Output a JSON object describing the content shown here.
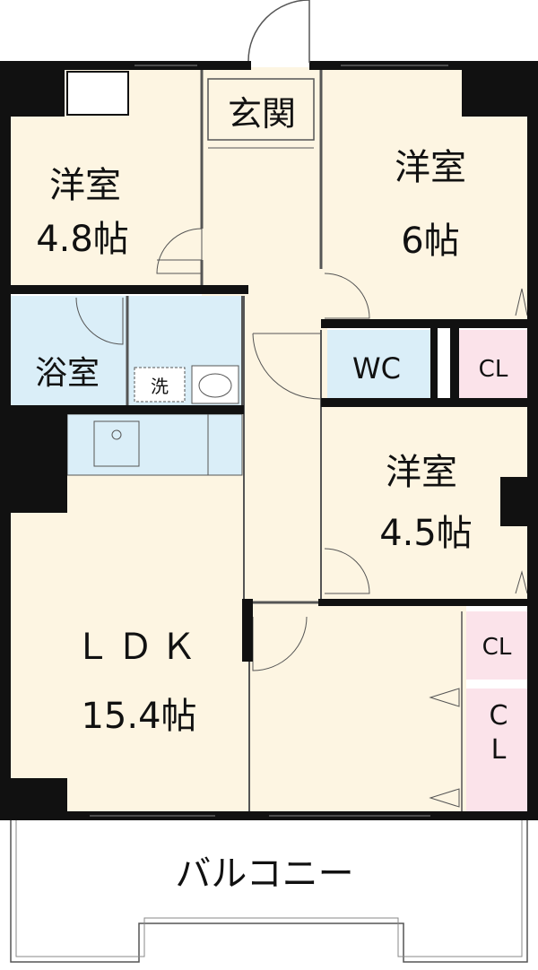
{
  "rooms": {
    "western_room_1": {
      "name": "洋室",
      "size": "4.8帖"
    },
    "western_room_2": {
      "name": "洋室",
      "size": "6帖"
    },
    "western_room_3": {
      "name": "洋室",
      "size": "4.5帖"
    },
    "ldk": {
      "name": "ＬＤＫ",
      "size": "15.4帖"
    },
    "bathroom": {
      "name": "浴室"
    },
    "entrance": {
      "name": "玄関"
    },
    "toilet": {
      "name": "WC"
    },
    "washer": {
      "name": "洗"
    },
    "closet_1": {
      "name": "CL"
    },
    "closet_2": {
      "name": "CL"
    },
    "closet_3": {
      "line1": "C",
      "line2": "L"
    },
    "balcony": {
      "name": "バルコニー"
    }
  },
  "colors": {
    "wall": "#111111",
    "room_floor": "#fdf5e2",
    "wet_area": "#daeef8",
    "closet": "#fbe3ea",
    "balcony": "#ffffff",
    "line": "#555555"
  }
}
